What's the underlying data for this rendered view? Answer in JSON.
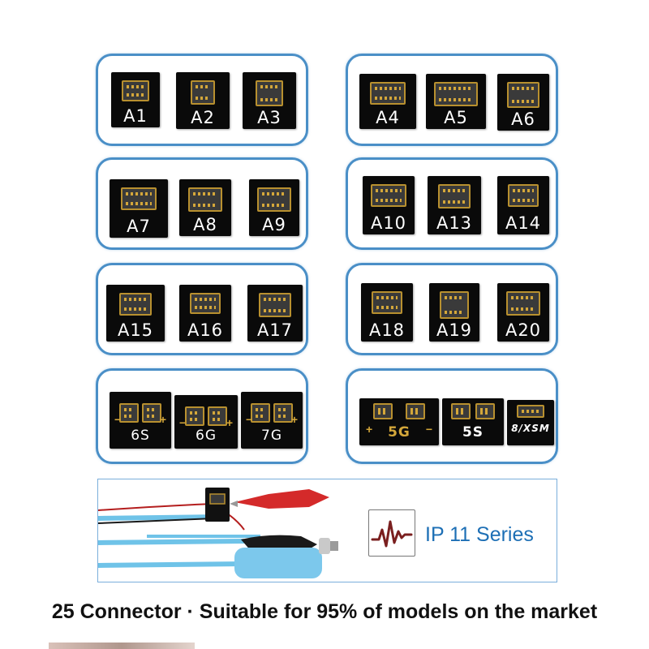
{
  "connectors": {
    "a1": "A1",
    "a2": "A2",
    "a3": "A3",
    "a4": "A4",
    "a5": "A5",
    "a6": "A6",
    "a7": "A7",
    "a8": "A8",
    "a9": "A9",
    "a10": "A10",
    "a13": "A13",
    "a14": "A14",
    "a15": "A15",
    "a16": "A16",
    "a17": "A17",
    "a18": "A18",
    "a19": "A19",
    "a20": "A20",
    "s6s": "6S",
    "s6g": "6G",
    "s7g": "7G",
    "s5g": "5G",
    "s5s": "5S",
    "s8xsm": "8/XSM"
  },
  "cable": {
    "series_label": "IP 11 Series",
    "icon": "waveform-icon"
  },
  "caption": "25 Connector · Suitable for 95% of models on the market",
  "colors": {
    "frame_border": "#4a8fc7",
    "board": "#0a0a0a",
    "contact_gold": "#d4a73a",
    "series_text": "#1d6fb5",
    "cable_blue": "#6fc3e8",
    "clip_red": "#d42a2a"
  }
}
